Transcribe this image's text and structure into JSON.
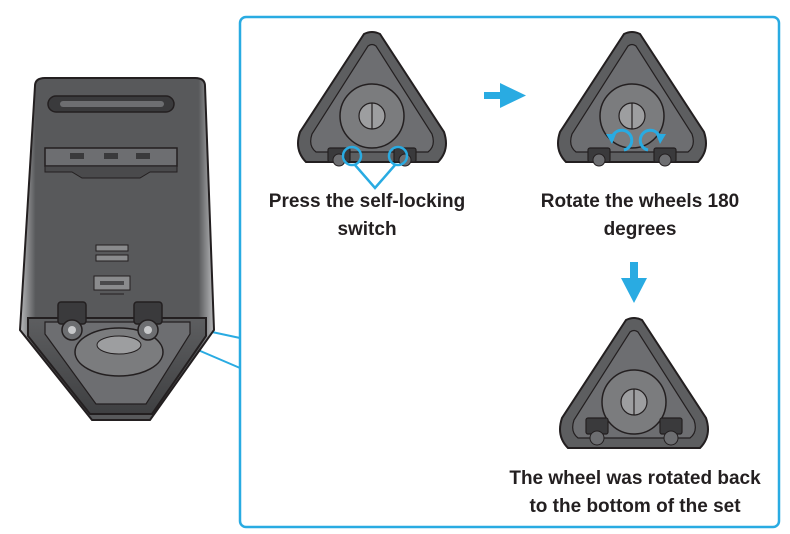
{
  "captions": {
    "press": {
      "line1": "Press the self-locking",
      "line2": "switch"
    },
    "rotate": {
      "line1": "Rotate the wheels 180",
      "line2": "degrees"
    },
    "back": {
      "line1": "The wheel was rotated back",
      "line2": "to the bottom of the set"
    }
  },
  "colors": {
    "accent": "#29abe2",
    "body_dark": "#4a4a4c",
    "body_mid": "#6d6e71",
    "outline": "#231f20",
    "text": "#231f20"
  },
  "icons": {
    "arrow_right": "arrow-right-icon",
    "arrow_down": "arrow-down-icon",
    "rotate_left": "rotate-ccw-icon",
    "rotate_right": "rotate-cw-icon"
  }
}
